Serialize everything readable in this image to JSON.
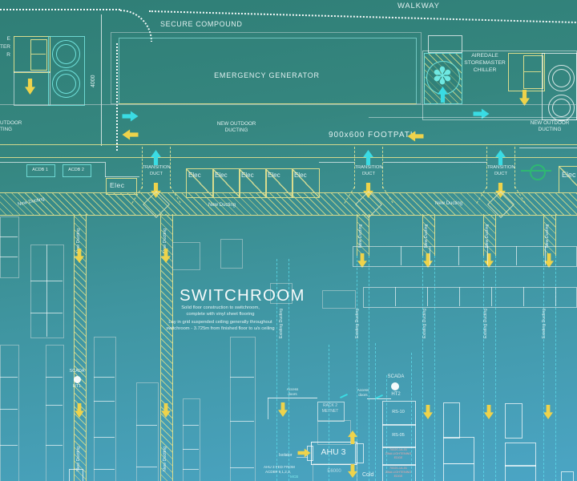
{
  "title_labels": {
    "walkway": "WALKWAY",
    "secure_compound": "SECURE COMPOUND",
    "emergency_generator": "EMERGENCY GENERATOR"
  },
  "chiller": {
    "line1": "AIREDALE",
    "line2": "STOREMASTER",
    "line3": "CHILLER",
    "fragment_l1": "E",
    "fragment_l2": "TER",
    "fragment_l3": "R"
  },
  "dimensions": {
    "compound_depth": "4000"
  },
  "ducting": {
    "new_outdoor_l1": "NEW OUTDOOR",
    "new_outdoor_l2": "DUCTING",
    "left_fragment_l1": "UTDOOR",
    "left_fragment_l2": "TING",
    "footpath": "900x600  FOOTPATH",
    "transition_l1": "TRANSITION",
    "transition_l2": "DUCT",
    "new_ducting": "New Ducting",
    "existing_ducting": "Existing Ducting"
  },
  "panels": {
    "acdb1": "ACDB 1",
    "acdb2": "ACDB 2",
    "elec": "Elec"
  },
  "switchroom": {
    "title": "SWITCHROOM",
    "note1": "Solid floor construction to switchroom,",
    "note2": "complete with vinyl sheet flooring",
    "note3": "Lay in grid suspended ceiling generally throughout",
    "note4": "switchroom - 3.725m from finished floor to u/s ceiling"
  },
  "equipment": {
    "scada": "SCADA",
    "ht1": "HT1",
    "ht2": "HT2",
    "access_l1": "Access",
    "access_l2": "doors",
    "rack_l1": "RACK 2",
    "rack_l2": "METNET",
    "ahu": "AHU 3",
    "isolator": "Isolator",
    "fed_l1": "AHU 3 FED FROM",
    "fed_l2": "ACDB# 9,1,2,3,",
    "mcb": "MCB",
    "e6000": "E6000",
    "cold": "Cold",
    "rs10": "RS-10",
    "rs05": "RS-05",
    "light_l1": "70020-1A-01",
    "light_l2": "20kA LIGHTENING",
    "light_l3": "EDGE"
  },
  "icons": {
    "fan_glyph": "✽"
  },
  "colors": {
    "background_top": "#2F7E76",
    "background_bottom": "#4BA5C5",
    "line_yellow": "#D9DC8E",
    "arrow_yellow": "#EED34B",
    "arrow_cyan": "#3ADCE4",
    "line_white": "#FFFFFF",
    "text_pink": "#F2A8A8",
    "symbol_green": "#2EB872"
  }
}
